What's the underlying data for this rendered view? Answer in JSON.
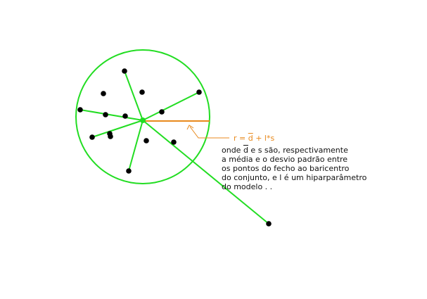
{
  "colors": {
    "background": "#ffffff",
    "circle": "#22dd22",
    "spokes": "#22dd22",
    "points": "#000000",
    "centroid": "#22dd22",
    "radius_line": "#e8891c",
    "annotation": "#e8891c",
    "text": "#111111"
  },
  "formula": {
    "prefix": "r = ",
    "dbar": "d",
    "suffix": " + l*s"
  },
  "description": {
    "line1_prefix": "onde ",
    "line1_dbar": "d",
    "line1_suffix": " e s são, respectivamente",
    "line2": "a média e o desvio padrão entre",
    "line3": "os pontos do fecho ao baricentro",
    "line4": "do conjunto, e l é um hiparparâmetro",
    "line5": "do modelo .  ."
  }
}
